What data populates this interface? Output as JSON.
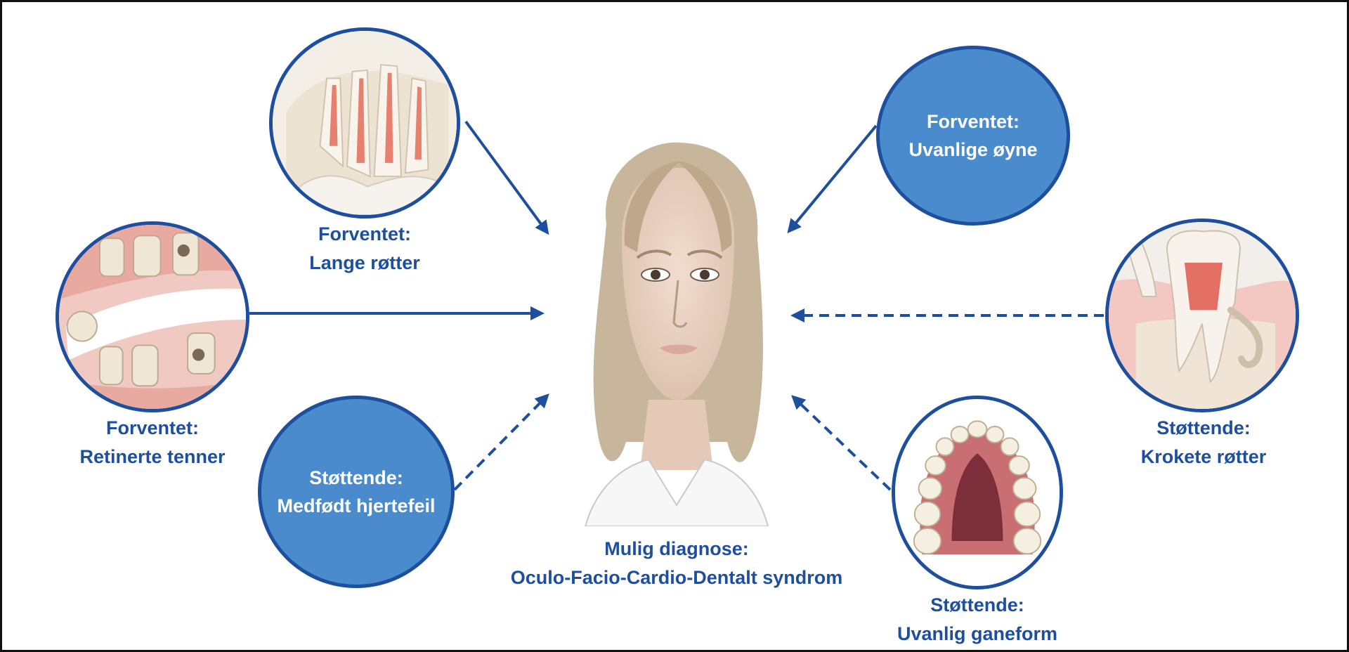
{
  "colors": {
    "accent": "#1e4f9e",
    "circle_fill": "#4a8bcd",
    "text_on_circle": "#ffffff",
    "frame": "#111111"
  },
  "center": {
    "title": "Mulig diagnose:",
    "name": "Oculo-Facio-Cardio-Dentalt syndrom",
    "image": "portrait-of-young-woman"
  },
  "findings": [
    {
      "id": "lange-rotter",
      "kind": "Forventet:",
      "text": "Lange røtter",
      "image": "long-roots-illustration",
      "relation": "expected"
    },
    {
      "id": "uvanlige-oyne",
      "kind": "Forventet:",
      "text": "Uvanlige øyne",
      "image": "none",
      "relation": "expected"
    },
    {
      "id": "retinerte-tenner",
      "kind": "Forventet:",
      "text": "Retinerte tenner",
      "image": "retained-teeth-illustration",
      "relation": "expected"
    },
    {
      "id": "krokete-rotter",
      "kind": "Støttende:",
      "text": "Krokete røtter",
      "image": "curved-roots-illustration",
      "relation": "supporting"
    },
    {
      "id": "medfodt-hjertefeil",
      "kind": "Støttende:",
      "text": "Medfødt hjertefeil",
      "image": "none",
      "relation": "supporting"
    },
    {
      "id": "uvanlig-ganeform",
      "kind": "Støttende:",
      "text": "Uvanlig ganeform",
      "image": "palate-illustration",
      "relation": "supporting"
    }
  ],
  "legend_semantics": {
    "solid_arrow": "expected",
    "dashed_arrow": "supporting"
  }
}
